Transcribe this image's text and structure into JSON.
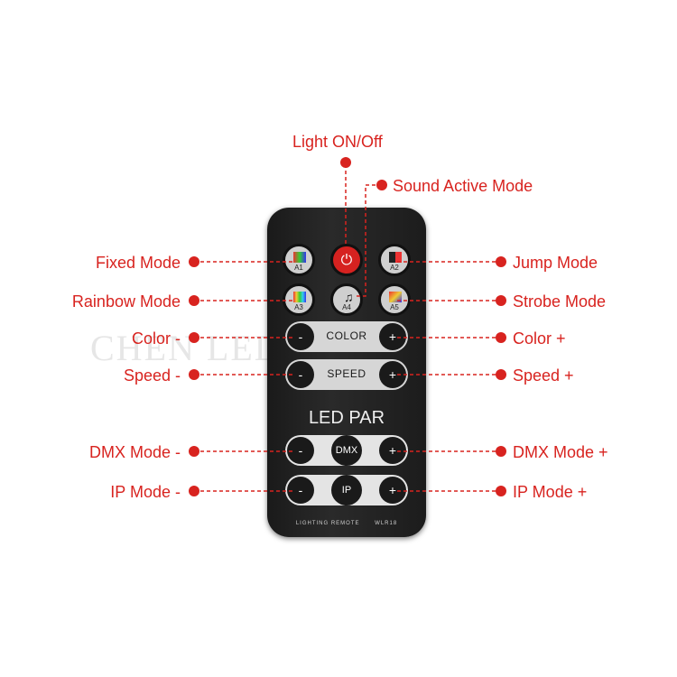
{
  "labels": {
    "light_onoff": "Light ON/Off",
    "sound_active": "Sound Active Mode",
    "fixed": "Fixed Mode",
    "jump": "Jump Mode",
    "rainbow": "Rainbow Mode",
    "strobe": "Strobe Mode",
    "color_minus": "Color -",
    "color_plus": "Color +",
    "speed_minus": "Speed -",
    "speed_plus": "Speed +",
    "dmx_minus": "DMX Mode -",
    "dmx_plus": "DMX Mode +",
    "ip_minus": "IP Mode -",
    "ip_plus": "IP Mode +"
  },
  "remote": {
    "a1": "A1",
    "a2": "A2",
    "a3": "A3",
    "a4": "A4",
    "a5": "A5",
    "power_symbol": "⏻",
    "color": "COLOR",
    "speed": "SPEED",
    "led_par": "LED PAR",
    "dmx": "DMX",
    "ip": "IP",
    "minus": "-",
    "plus": "+",
    "footer": "LIGHTING REMOTE",
    "model": "WLR18"
  },
  "watermark": "CHEN LED Store",
  "colors": {
    "accent": "#d8231f",
    "remote_body": "#222222",
    "power": "#d62220"
  }
}
